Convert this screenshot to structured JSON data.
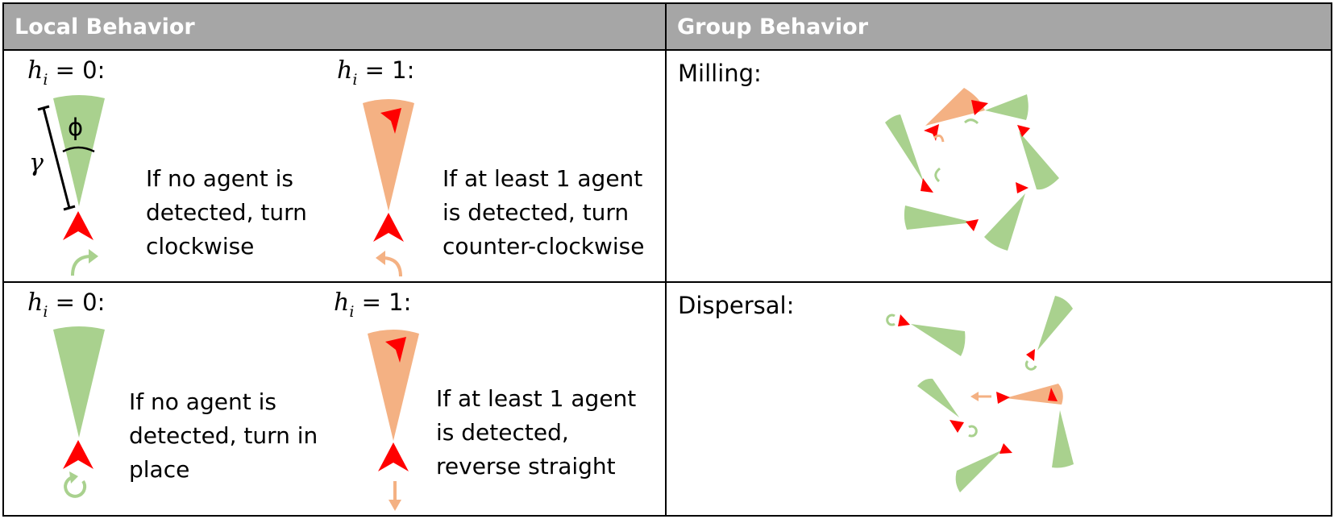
{
  "header": {
    "local_title": "Local Behavior",
    "group_title": "Group Behavior"
  },
  "row1": {
    "left": {
      "h_var": "h",
      "h_sub": "i",
      "h_eq": " = 0:",
      "phi": "ϕ",
      "gamma": "γ",
      "desc_lines": [
        "If no agent is",
        "detected, turn",
        "clockwise"
      ]
    },
    "right": {
      "h_var": "h",
      "h_sub": "i",
      "h_eq": " = 1:",
      "desc_lines": [
        "If at least 1 agent",
        "is detected, turn",
        "counter-clockwise"
      ]
    },
    "group_label": "Milling:"
  },
  "row2": {
    "left": {
      "h_var": "h",
      "h_sub": "i",
      "h_eq": " = 0:",
      "desc_lines": [
        "If no agent is",
        "detected, turn in",
        "place"
      ]
    },
    "right": {
      "h_var": "h",
      "h_sub": "i",
      "h_eq": " = 1:",
      "desc_lines": [
        "If at least 1 agent",
        "is detected,",
        "reverse straight"
      ]
    },
    "group_label": "Dispersal:"
  },
  "colors": {
    "header_bg": "#a6a6a6",
    "header_text": "#ffffff",
    "sensor_off": "#a9d18e",
    "sensor_on": "#f4b183",
    "agent": "#ff0000",
    "border": "#000000"
  }
}
